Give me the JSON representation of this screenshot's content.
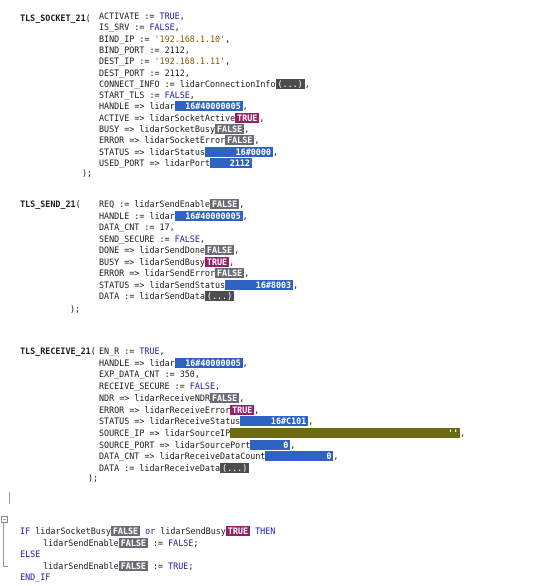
{
  "blocks": [
    {
      "name": "TLS_SOCKET_21",
      "params": [
        {
          "param": "ACTIVATE",
          "op": ":=",
          "value": "TRUE",
          "vtype": "kw"
        },
        {
          "param": "IS_SRV",
          "op": ":=",
          "value": "FALSE",
          "vtype": "kw"
        },
        {
          "param": "BIND_IP",
          "op": ":=",
          "value": "'192.168.1.10'",
          "vtype": "str"
        },
        {
          "param": "BIND_PORT",
          "op": ":=",
          "value": "2112",
          "vtype": "num"
        },
        {
          "param": "DEST_IP",
          "op": ":=",
          "value": "'192.168.1.11'",
          "vtype": "str"
        },
        {
          "param": "DEST_PORT",
          "op": ":=",
          "value": "2112",
          "vtype": "num"
        },
        {
          "param": "CONNECT_INFO",
          "op": ":=",
          "value": "lidarConnectionInfo",
          "vtype": "var",
          "monitor": "(...)",
          "mstyle": "dots"
        },
        {
          "param": "START_TLS",
          "op": ":=",
          "value": "FALSE",
          "vtype": "kw"
        },
        {
          "param": "HANDLE",
          "op": "=>",
          "value": "lidar",
          "vtype": "var",
          "monitor": "16#40000005",
          "mstyle": "blue"
        },
        {
          "param": "ACTIVE",
          "op": "=>",
          "value": "lidarSocketActive",
          "vtype": "var",
          "monitor": "TRUE",
          "mstyle": "mag"
        },
        {
          "param": "BUSY",
          "op": "=>",
          "value": "lidarSocketBusy",
          "vtype": "var",
          "monitor": "FALSE",
          "mstyle": "gray"
        },
        {
          "param": "ERROR",
          "op": "=>",
          "value": "lidarSocketError",
          "vtype": "var",
          "monitor": "FALSE",
          "mstyle": "gray"
        },
        {
          "param": "STATUS",
          "op": "=>",
          "value": "lidarStatus",
          "vtype": "var",
          "monitor": "16#0000",
          "mstyle": "blue"
        },
        {
          "param": "USED_PORT",
          "op": "=>",
          "value": "lidarPort",
          "vtype": "var",
          "monitor": "2112",
          "mstyle": "blue"
        }
      ]
    },
    {
      "name": "TLS_SEND_21",
      "params": [
        {
          "param": "REQ",
          "op": ":=",
          "value": "lidarSendEnable",
          "vtype": "var",
          "monitor": "FALSE",
          "mstyle": "gray"
        },
        {
          "param": "HANDLE",
          "op": ":=",
          "value": "lidar",
          "vtype": "var",
          "monitor": "16#40000005",
          "mstyle": "blue"
        },
        {
          "param": "DATA_CNT",
          "op": ":=",
          "value": "17",
          "vtype": "num"
        },
        {
          "param": "SEND_SECURE",
          "op": ":=",
          "value": "FALSE",
          "vtype": "kw"
        },
        {
          "param": "DONE",
          "op": "=>",
          "value": "lidarSendDone",
          "vtype": "var",
          "monitor": "FALSE",
          "mstyle": "gray"
        },
        {
          "param": "BUSY",
          "op": "=>",
          "value": "lidarSendBusy",
          "vtype": "var",
          "monitor": "TRUE",
          "mstyle": "mag"
        },
        {
          "param": "ERROR",
          "op": "=>",
          "value": "lidarSendError",
          "vtype": "var",
          "monitor": "FALSE",
          "mstyle": "gray"
        },
        {
          "param": "STATUS",
          "op": "=>",
          "value": "lidarSendStatus",
          "vtype": "var",
          "monitor": "16#8003",
          "mstyle": "blue"
        },
        {
          "param": "DATA",
          "op": ":=",
          "value": "lidarSendData",
          "vtype": "var",
          "monitor": "(...)",
          "mstyle": "dots"
        }
      ]
    },
    {
      "name": "TLS_RECEIVE_21",
      "params": [
        {
          "param": "EN_R",
          "op": ":=",
          "value": "TRUE",
          "vtype": "kw"
        },
        {
          "param": "HANDLE",
          "op": "=>",
          "value": "lidar",
          "vtype": "var",
          "monitor": "16#40000005",
          "mstyle": "blue"
        },
        {
          "param": "EXP_DATA_CNT",
          "op": ":=",
          "value": "350",
          "vtype": "num"
        },
        {
          "param": "RECEIVE_SECURE",
          "op": ":=",
          "value": "FALSE",
          "vtype": "kw"
        },
        {
          "param": "NDR",
          "op": "=>",
          "value": "lidarReceiveNDR",
          "vtype": "var",
          "monitor": "FALSE",
          "mstyle": "gray"
        },
        {
          "param": "ERROR",
          "op": "=>",
          "value": "lidarReceiveError",
          "vtype": "var",
          "monitor": "TRUE",
          "mstyle": "mag"
        },
        {
          "param": "STATUS",
          "op": "=>",
          "value": "lidarReceiveStatus",
          "vtype": "var",
          "monitor": "16#C101",
          "mstyle": "blue"
        },
        {
          "param": "SOURCE_IP",
          "op": "=>",
          "value": "lidarSourceIP",
          "vtype": "var",
          "monitor": "''",
          "mstyle": "olive"
        },
        {
          "param": "SOURCE_PORT",
          "op": "=>",
          "value": "lidarSourcePort",
          "vtype": "var",
          "monitor": "0",
          "mstyle": "blue"
        },
        {
          "param": "DATA_CNT",
          "op": "=>",
          "value": "lidarReceiveDataCount",
          "vtype": "var",
          "monitor": "0",
          "mstyle": "blue"
        },
        {
          "param": "DATA",
          "op": ":=",
          "value": "lidarReceiveData",
          "vtype": "var",
          "monitor": "(...)",
          "mstyle": "dots"
        }
      ]
    }
  ],
  "ifblock": {
    "if_kw": "IF",
    "cond1_var": "lidarSocketBusy",
    "cond1_mon": "FALSE",
    "or_kw": "or",
    "cond2_var": "lidarSendBusy",
    "cond2_mon": "TRUE",
    "then_kw": "THEN",
    "stmt1_var": "lidarSendEnable",
    "stmt1_mon": "FALSE",
    "stmt1_val": "FALSE",
    "else_kw": "ELSE",
    "stmt2_var": "lidarSendEnable",
    "stmt2_mon": "FALSE",
    "stmt2_val": "TRUE",
    "endif_kw": "END_IF"
  },
  "syntax": {
    "open": "(",
    "close": ");",
    "comma": ",",
    "assign": ":=",
    "semicolon": ";"
  },
  "colors": {
    "monitor_blue": "#2e63c4",
    "monitor_gray": "#6b6b73",
    "monitor_true": "#9a1f6a",
    "monitor_string": "#6b6a10",
    "keyword": "#1a1aa8",
    "string": "#8a5a00"
  }
}
